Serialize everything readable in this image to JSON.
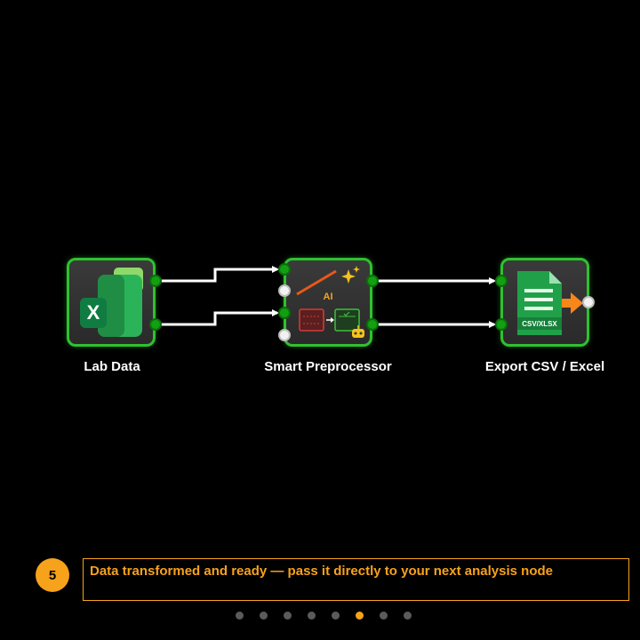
{
  "nodes": {
    "lab_data": {
      "label": "Lab Data",
      "icon": "excel-icon",
      "icon_letter": "X"
    },
    "preprocessor": {
      "label": "Smart Preprocessor",
      "icon": "ai-preprocessor-icon",
      "ai_text": "AI"
    },
    "export": {
      "label": "Export CSV / Excel",
      "icon": "csv-file-export-icon",
      "file_text": "CSV/XLSX"
    }
  },
  "step": {
    "number": "5",
    "caption": "Data transformed and ready — pass it directly to your next analysis node"
  },
  "pagination": {
    "total": 8,
    "active_index": 5
  },
  "colors": {
    "node_border": "#2fc12f",
    "accent": "#f7a21b",
    "connector": "#ffffff",
    "dot_inactive": "#5b5b5b"
  }
}
